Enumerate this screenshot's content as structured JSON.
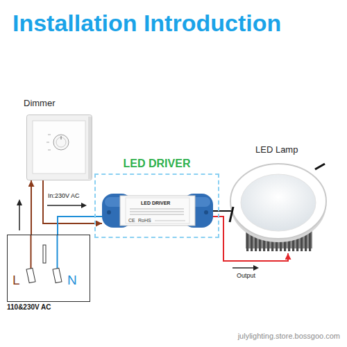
{
  "diagram": {
    "title": "Installation Introduction",
    "nodes": [
      {
        "text": [
          "Dimmer"
        ]
      },
      {
        "text": [
          "LED DRIVER"
        ]
      },
      {
        "text": [
          "LED DRIVER",
          "CE",
          "RoHS"
        ],
        "in": 1
      },
      {
        "text": [
          "LED Lamp"
        ]
      },
      {
        "text": [
          "L",
          "N",
          "110&230V AC"
        ]
      }
    ],
    "edges": [
      {
        "from": 4,
        "to": 0,
        "arrow": "to"
      },
      {
        "from": 0,
        "to": 2,
        "label": "In:230V AC",
        "arrow": "to"
      },
      {
        "from": 4,
        "to": 2,
        "arrow": "none"
      },
      {
        "from": 2,
        "to": 3,
        "label": "Output",
        "arrow": "to"
      }
    ],
    "labels": [
      "julylighting.store.bossgoo.com"
    ]
  }
}
